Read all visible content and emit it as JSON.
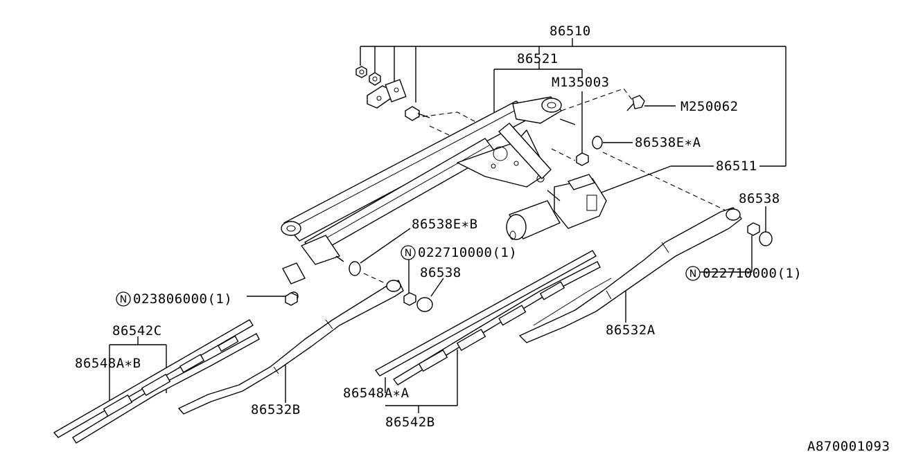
{
  "labels": {
    "p86510": "86510",
    "p86521": "86521",
    "m135003": "M135003",
    "m250062": "M250062",
    "p86538e_a": "86538E∗A",
    "p86511": "86511",
    "p86538_right": "86538",
    "p86538e_b": "86538E∗B",
    "n022710000_center": "022710000(1)",
    "p86538_center": "86538",
    "n022710000_right": "022710000(1)",
    "n023806000": "023806000(1)",
    "p86542c": "86542C",
    "p86548a_b": "86548A∗B",
    "p86532b": "86532B",
    "p86532a": "86532A",
    "p86548a_a": "86548A∗A",
    "p86542b": "86542B",
    "figure_code": "A870001093"
  },
  "n_symbol": "N"
}
